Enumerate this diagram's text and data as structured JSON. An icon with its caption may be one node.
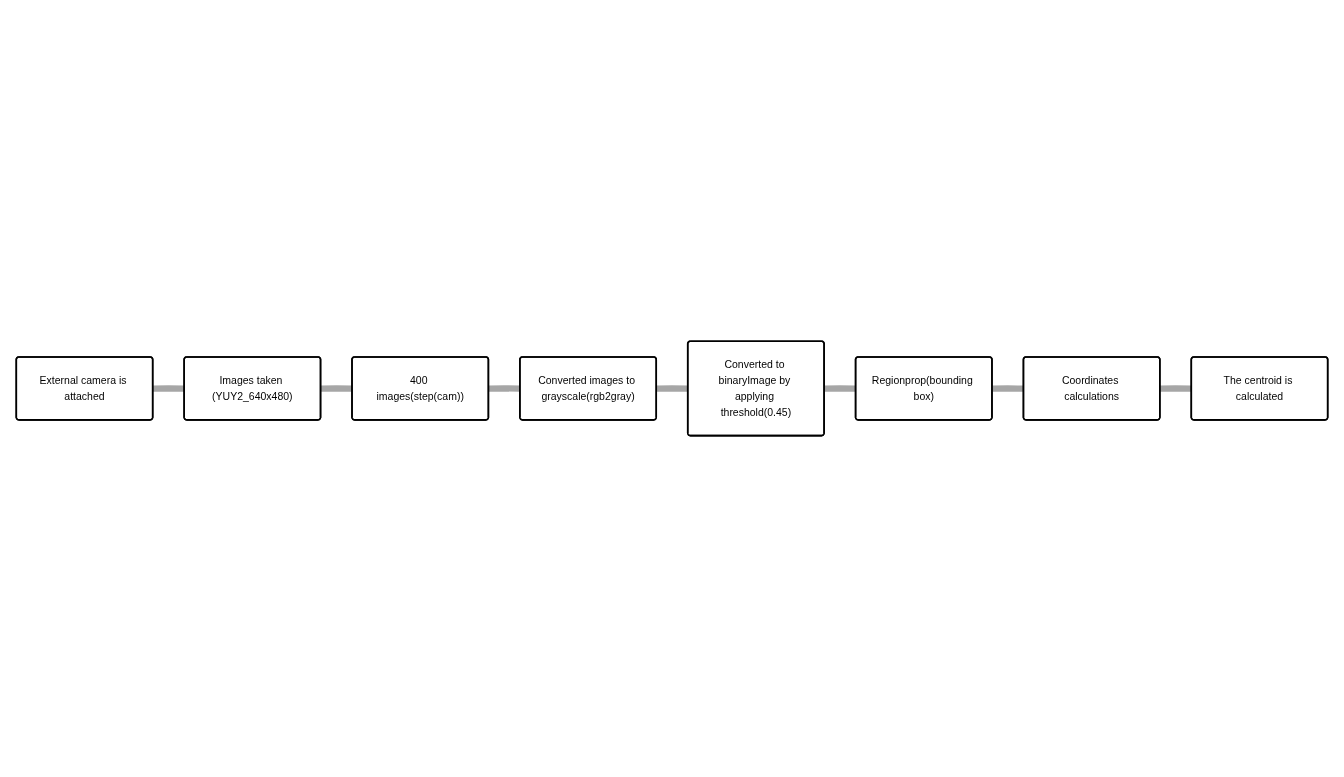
{
  "diagram": {
    "nodes": [
      {
        "text": [
          "External camera is attached"
        ]
      },
      {
        "text": [
          "Images taken (YUY2_640x480)"
        ]
      },
      {
        "text": [
          "400 images(step(cam))"
        ]
      },
      {
        "text": [
          "Converted images to grayscale(rgb2gray)"
        ]
      },
      {
        "text": [
          "Converted to binaryImage by applying threshold(0.45)"
        ]
      },
      {
        "text": [
          "Regionprop(bounding box)"
        ]
      },
      {
        "text": [
          "Coordinates calculations"
        ]
      },
      {
        "text": [
          "The centroid is calculated"
        ]
      }
    ],
    "edges": [
      {
        "from": 0,
        "to": 1,
        "arrow": "none"
      },
      {
        "from": 1,
        "to": 2,
        "arrow": "none"
      },
      {
        "from": 2,
        "to": 3,
        "arrow": "none"
      },
      {
        "from": 3,
        "to": 4,
        "arrow": "none"
      },
      {
        "from": 4,
        "to": 5,
        "arrow": "none"
      },
      {
        "from": 5,
        "to": 6,
        "arrow": "none"
      },
      {
        "from": 6,
        "to": 7,
        "arrow": "none"
      }
    ]
  }
}
